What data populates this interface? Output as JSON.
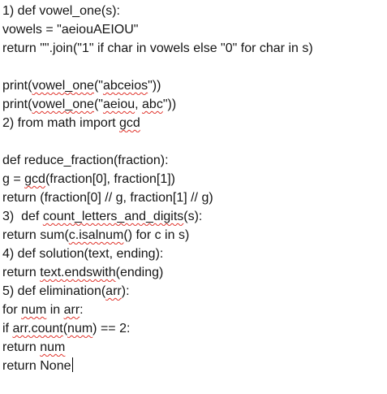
{
  "lines": [
    [
      {
        "t": "1) def vowel_one(s):"
      }
    ],
    [
      {
        "t": "vowels = \"aeiouAEIOU\""
      }
    ],
    [
      {
        "t": "return \"\".join(\"1\" if char in vowels else \"0\" for char in s)"
      }
    ],
    [],
    [
      {
        "t": "print("
      },
      {
        "t": "vowel_one",
        "sp": true
      },
      {
        "t": "(\""
      },
      {
        "t": "abceios",
        "sp": true
      },
      {
        "t": "\"))"
      }
    ],
    [
      {
        "t": "print("
      },
      {
        "t": "vowel_one",
        "sp": true
      },
      {
        "t": "(\""
      },
      {
        "t": "aeiou",
        "sp": true
      },
      {
        "t": ", "
      },
      {
        "t": "abc",
        "sp": true
      },
      {
        "t": "\"))"
      }
    ],
    [
      {
        "t": "2) from math import "
      },
      {
        "t": "gcd",
        "sp": true
      }
    ],
    [],
    [
      {
        "t": "def reduce_fraction(fraction):"
      }
    ],
    [
      {
        "t": "g = "
      },
      {
        "t": "gcd",
        "sp": true
      },
      {
        "t": "(fraction[0], fraction[1])"
      }
    ],
    [
      {
        "t": "return (fraction[0] // g, fraction[1] // g)"
      }
    ],
    [
      {
        "t": "3)  def "
      },
      {
        "t": "count_letters_and_digits",
        "sp": true
      },
      {
        "t": "(s):"
      }
    ],
    [
      {
        "t": "return sum("
      },
      {
        "t": "c.isalnum",
        "sp": true
      },
      {
        "t": "() for c in s)"
      }
    ],
    [
      {
        "t": "4) def solution(text, ending):"
      }
    ],
    [
      {
        "t": "return "
      },
      {
        "t": "text.endswith",
        "sp": true
      },
      {
        "t": "(ending)"
      }
    ],
    [
      {
        "t": "5) def elimination("
      },
      {
        "t": "arr",
        "sp": true
      },
      {
        "t": "):"
      }
    ],
    [
      {
        "t": "for "
      },
      {
        "t": "num",
        "sp": true
      },
      {
        "t": " in "
      },
      {
        "t": "arr",
        "sp": true
      },
      {
        "t": ":"
      }
    ],
    [
      {
        "t": "if "
      },
      {
        "t": "arr.count",
        "sp": true
      },
      {
        "t": "("
      },
      {
        "t": "num",
        "sp": true
      },
      {
        "t": ") == 2:"
      }
    ],
    [
      {
        "t": "return "
      },
      {
        "t": "num",
        "sp": true
      }
    ],
    [
      {
        "t": "return None"
      }
    ]
  ]
}
